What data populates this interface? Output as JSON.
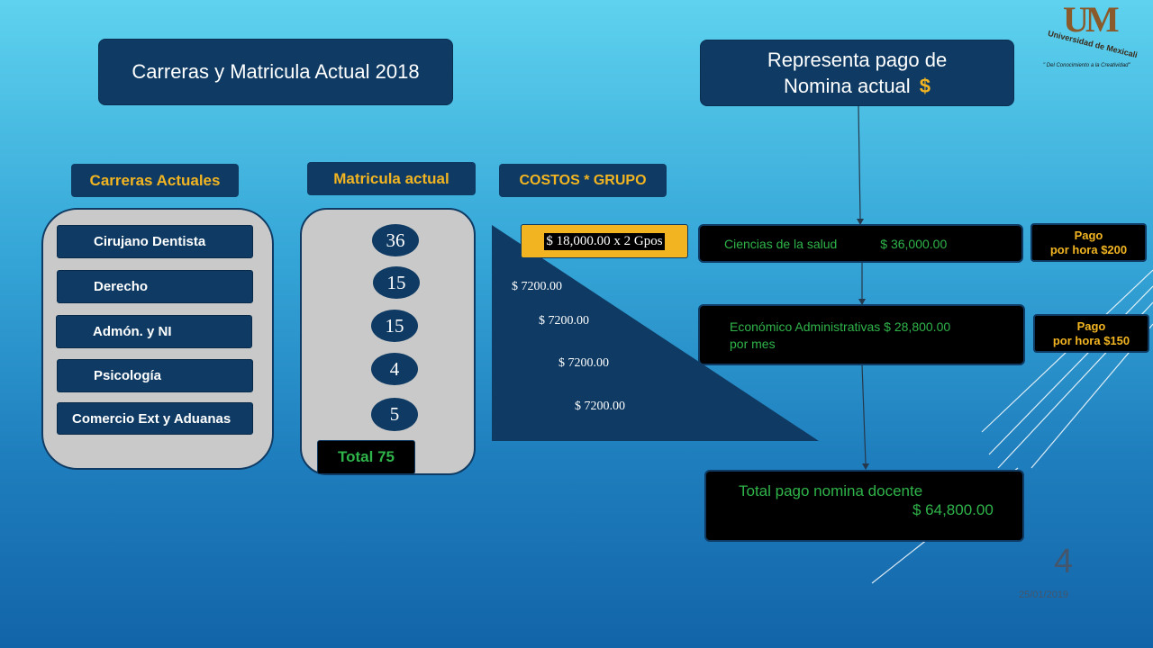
{
  "title": "Carreras y Matricula Actual 2018",
  "nomina": {
    "line1": "Representa pago de",
    "line2": "Nomina actual",
    "symbol": "$"
  },
  "logo": {
    "initials": "UM",
    "name": "Universidad de Mexicali",
    "slogan": "\" Del Conocimiento a la Creatividad\""
  },
  "headers": {
    "carreras": "Carreras Actuales",
    "matricula": "Matricula actual",
    "costos": "COSTOS * GRUPO"
  },
  "careers": [
    "Cirujano Dentista",
    "Derecho",
    "Admón. y NI",
    "Psicología",
    "Comercio Ext y Aduanas"
  ],
  "enrollment": [
    "36",
    "15",
    "15",
    "4",
    "5"
  ],
  "total": "Total  75",
  "costs": {
    "first": "$ 18,000.00 x 2 Gpos",
    "others": [
      "$ 7200.00",
      "$ 7200.00",
      "$ 7200.00",
      "$ 7200.00"
    ]
  },
  "areas": {
    "salud": {
      "name": "Ciencias de la salud",
      "amount": "$ 36,000.00"
    },
    "economico": {
      "line1": "Económico Administrativas $ 28,800.00",
      "line2": "por mes"
    }
  },
  "pago": {
    "p200": {
      "line1": "Pago",
      "line2": "por hora $200"
    },
    "p150": {
      "line1": "Pago",
      "line2": "por hora $150"
    }
  },
  "total_nomina": {
    "label": "Total pago nomina docente",
    "amount": "$ 64,800.00"
  },
  "page_number": "4",
  "date": "25/01/2019",
  "colors": {
    "navy": "#0e3a63",
    "gold": "#f2b521",
    "green": "#2fb44a"
  }
}
